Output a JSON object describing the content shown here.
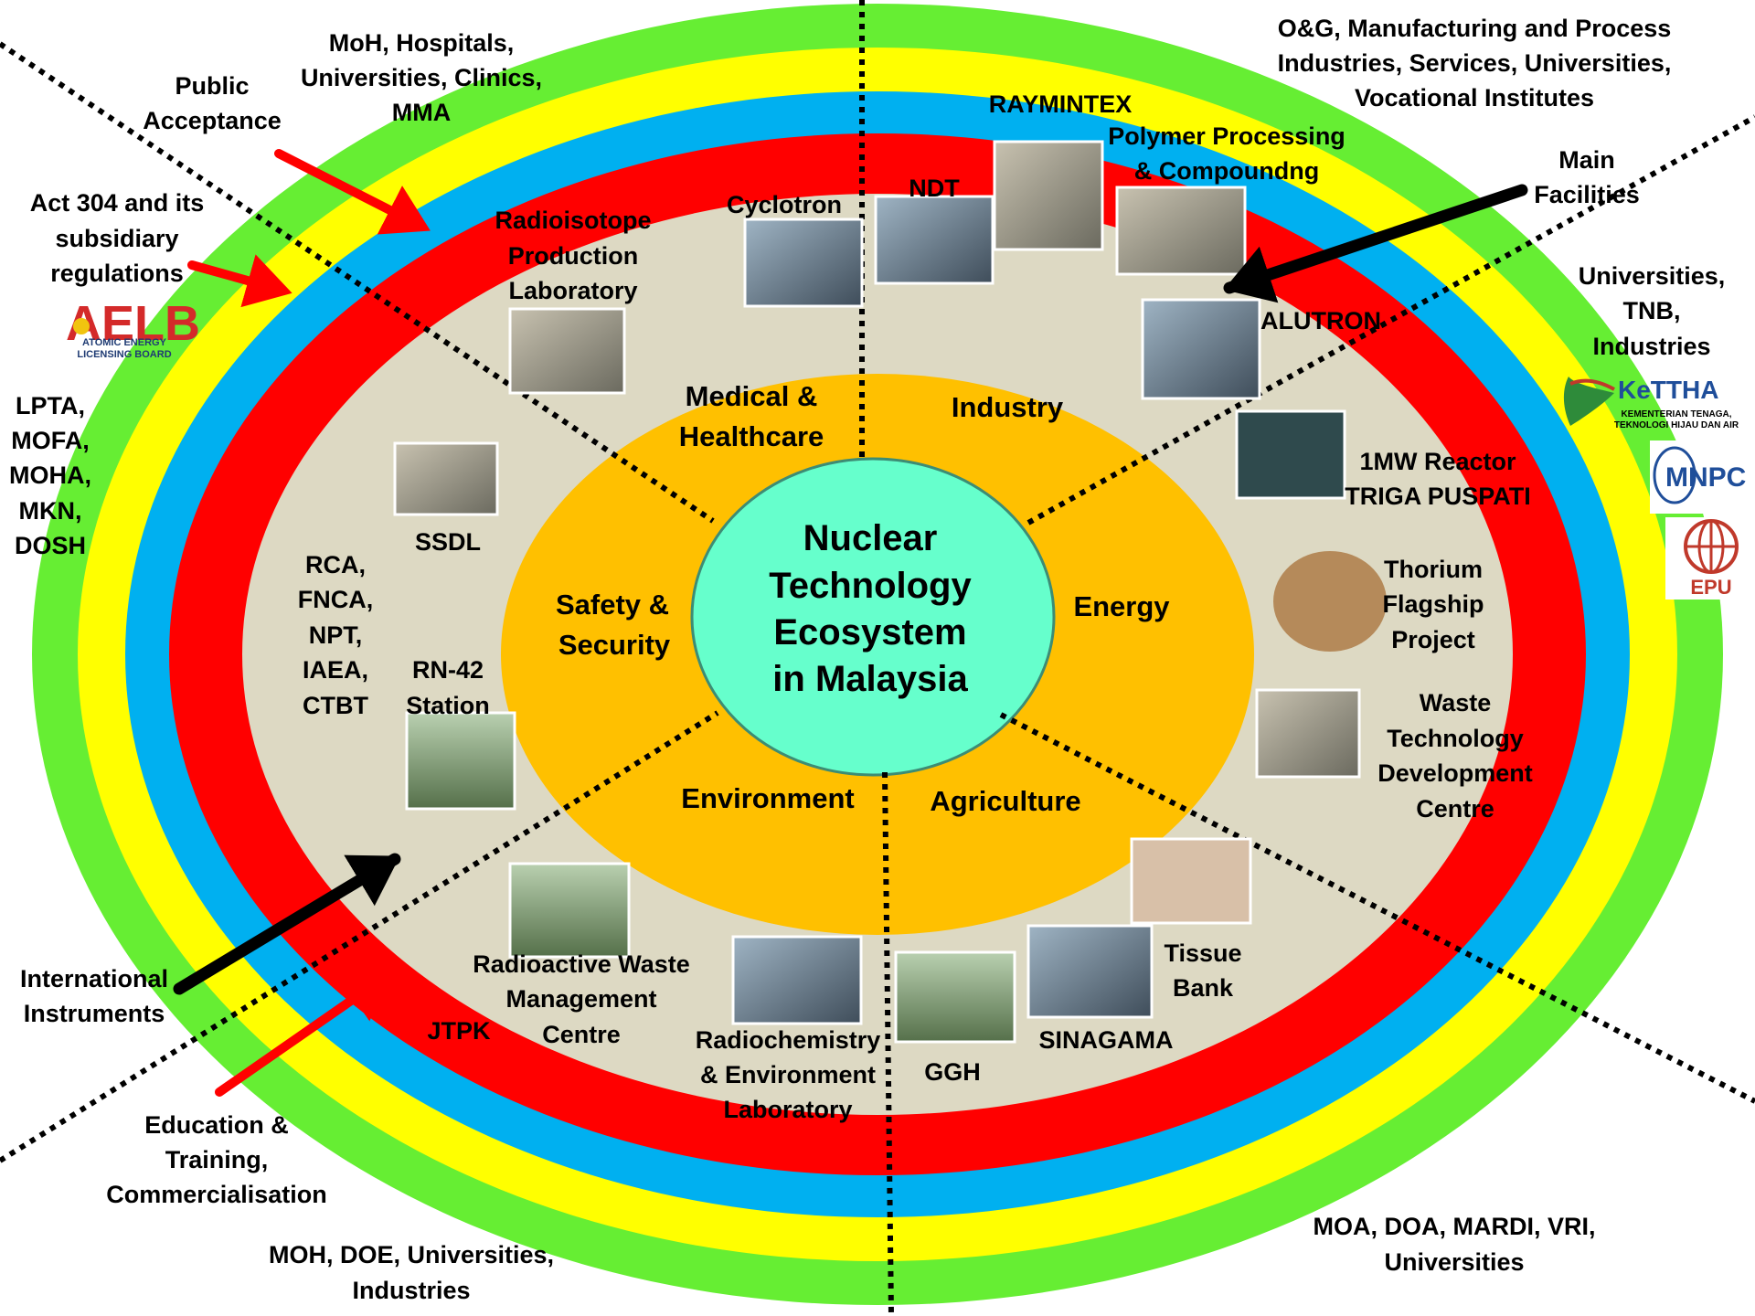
{
  "center_title": [
    "Nuclear",
    "Technology",
    "Ecosystem",
    "in Malaysia"
  ],
  "sectors": {
    "medical": [
      "Medical &",
      "Healthcare"
    ],
    "industry": "Industry",
    "energy": "Energy",
    "agriculture": "Agriculture",
    "environment": "Environment",
    "safety": [
      "Safety &",
      "Security"
    ]
  },
  "facilities": {
    "raymintex": "RAYMINTEX",
    "polymer": [
      "Polymer Processing",
      "& Compoundng"
    ],
    "ndt": "NDT",
    "cyclotron": "Cyclotron",
    "radioisotope": [
      "Radioisotope",
      "Production",
      "Laboratory"
    ],
    "alutron": "ALUTRON",
    "reactor": [
      "1MW Reactor",
      "TRIGA PUSPATI"
    ],
    "thorium": [
      "Thorium",
      "Flagship",
      "Project"
    ],
    "waste_tech": [
      "Waste",
      "Technology",
      "Development",
      "Centre"
    ],
    "tissue_bank": [
      "Tissue",
      "Bank"
    ],
    "sinagama": "SINAGAMA",
    "ggh": "GGH",
    "radiochem": [
      "Radiochemistry",
      "& Environment",
      "Laboratory"
    ],
    "radwaste": [
      "Radioactive Waste",
      "Management",
      "Centre"
    ],
    "jtpk": "JTPK",
    "rn42": [
      "RN-42",
      "Station"
    ],
    "ssdl": "SSDL",
    "intl_orgs": [
      "RCA,",
      "FNCA,",
      "NPT,",
      "IAEA,",
      "CTBT"
    ]
  },
  "stakeholders": {
    "top_medical": [
      "MoH, Hospitals,",
      "Universities, Clinics,",
      "MMA"
    ],
    "top_industry": [
      "O&G, Manufacturing and Process",
      "Industries, Services,  Universities,",
      "Vocational Institutes"
    ],
    "public_acceptance": [
      "Public",
      "Acceptance"
    ],
    "act304": [
      "Act 304 and its",
      "subsidiary",
      "regulations"
    ],
    "main_facilities": [
      "Main",
      "Facilities"
    ],
    "energy_side": [
      "Universities,",
      "TNB,",
      "Industries"
    ],
    "safety_side": [
      "LPTA,",
      "MOFA,",
      "MOHA,",
      "MKN,",
      "DOSH"
    ],
    "international": [
      "International",
      "Instruments"
    ],
    "education": [
      "Education &",
      "Training,",
      "Commercialisation"
    ],
    "environment_bottom": [
      "MOH, DOE, Universities,",
      "Industries"
    ],
    "agriculture_bottom": [
      "MOA, DOA, MARDI, VRI,",
      "Universities"
    ]
  },
  "logos": {
    "aelb_mark": "AELB",
    "aelb_sub": [
      "ATOMIC ENERGY",
      "LICENSING BOARD"
    ],
    "kettha_mark": "KeTTHA",
    "kettha_sub": [
      "KEMENTERIAN TENAGA,",
      "TEKNOLOGI HIJAU DAN AIR"
    ],
    "mnpc_mark": "MNPC",
    "epu_mark": "EPU"
  },
  "colors": {
    "ring_green": "#66ee33",
    "ring_yellow": "#ffff00",
    "ring_blue": "#00b0f0",
    "ring_red": "#ff0000",
    "ring_beige": "#ddd9c3",
    "sector_orange": "#ffc000",
    "center_teal": "#66ffcc"
  }
}
